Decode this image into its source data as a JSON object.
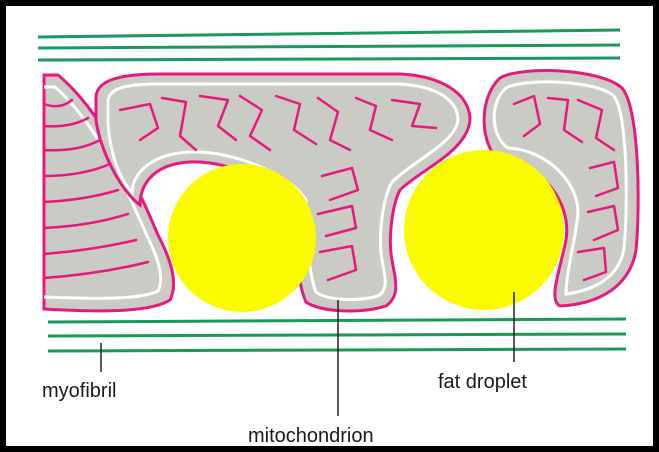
{
  "diagram": {
    "labels": {
      "myofibril": "myofibril",
      "mitochondrion": "mitochondrion",
      "fat_droplet": "fat droplet"
    },
    "colors": {
      "frame": "#000000",
      "myofibril_line": "#1a9a5a",
      "mitochondrion_outline": "#e8197e",
      "matrix_fill": "#c9cbc4",
      "fat_droplet": "#fbfb00",
      "background": "#ffffff",
      "leader_line": "#222222"
    }
  }
}
